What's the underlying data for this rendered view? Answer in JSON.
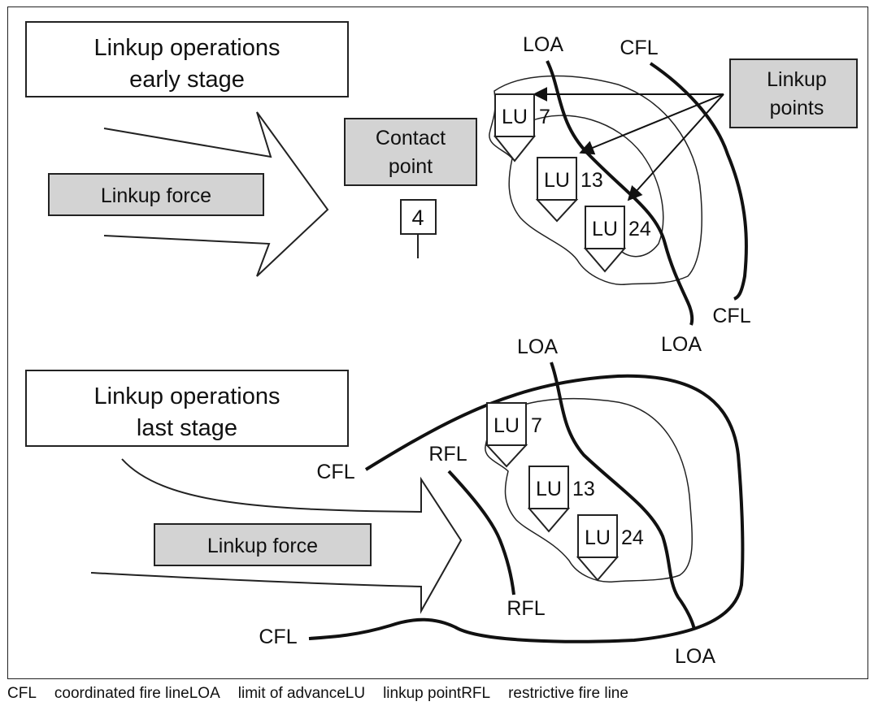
{
  "top": {
    "title_line1": "Linkup operations",
    "title_line2": "early stage",
    "force_label": "Linkup force",
    "contact_line1": "Contact",
    "contact_line2": "point",
    "contact_number": "4",
    "linkup_points_line1": "Linkup",
    "linkup_points_line2": "points",
    "loa_label": "LOA",
    "cfl_label": "CFL",
    "lu_text": "LU",
    "lu_numbers": [
      "7",
      "13",
      "24"
    ]
  },
  "bottom": {
    "title_line1": "Linkup operations",
    "title_line2": "last stage",
    "force_label": "Linkup force",
    "loa_label": "LOA",
    "cfl_label": "CFL",
    "rfl_label": "RFL",
    "lu_text": "LU",
    "lu_numbers": [
      "7",
      "13",
      "24"
    ]
  },
  "legend": [
    {
      "abbr": "CFL",
      "def": "coordinated fire line"
    },
    {
      "abbr": "LOA",
      "def": "limit of advance"
    },
    {
      "abbr": "LU",
      "def": "linkup point"
    },
    {
      "abbr": "RFL",
      "def": "restrictive fire line"
    }
  ]
}
